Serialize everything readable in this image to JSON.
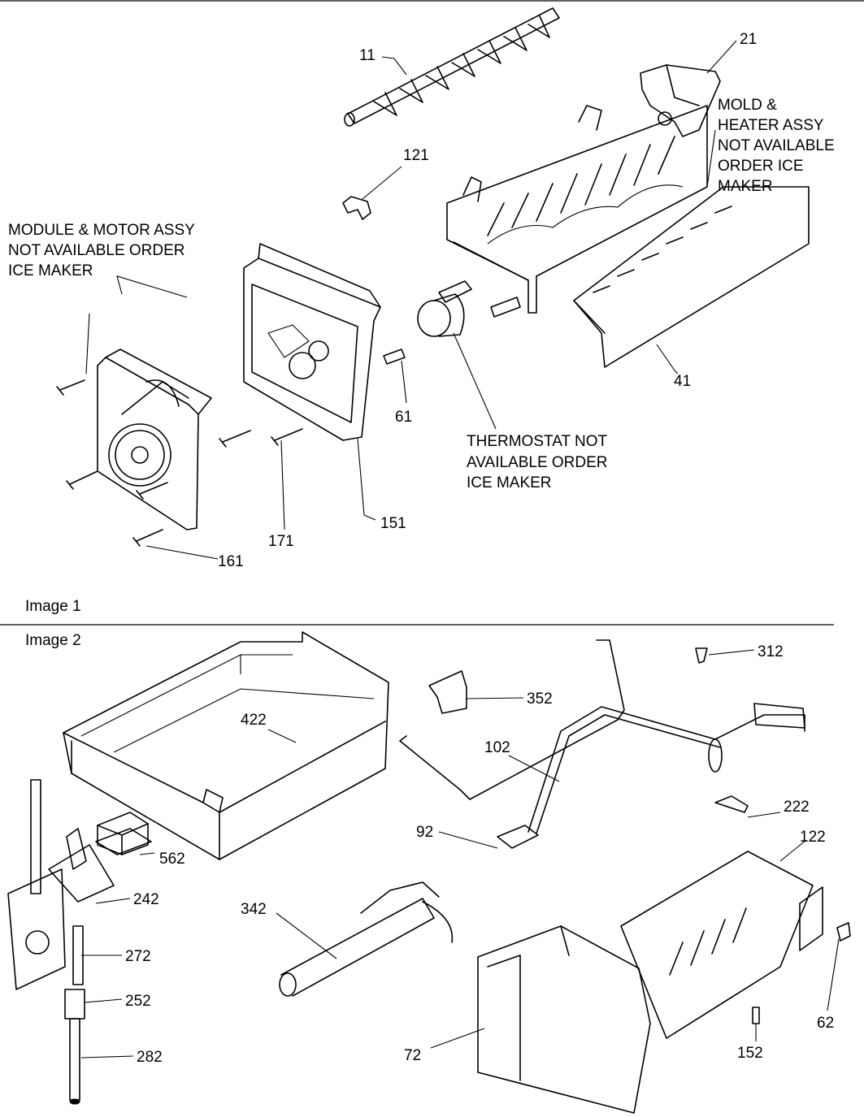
{
  "image1": {
    "caption": "Image 1",
    "callouts": {
      "c11": "11",
      "c21": "21",
      "c121": "121",
      "c41": "41",
      "c61": "61",
      "c151": "151",
      "c161": "161",
      "c171": "171"
    },
    "notes": {
      "module_motor": [
        "MODULE & MOTOR ASSY",
        "NOT AVAILABLE ORDER",
        "ICE MAKER"
      ],
      "mold_heater": [
        "MOLD &",
        "HEATER ASSY",
        "NOT AVAILABLE",
        "ORDER ICE",
        "MAKER"
      ],
      "thermostat": [
        "THERMOSTAT NOT",
        "AVAILABLE ORDER",
        "ICE MAKER"
      ]
    }
  },
  "image2": {
    "caption": "Image 2",
    "callouts": {
      "c312": "312",
      "c352": "352",
      "c422": "422",
      "c102": "102",
      "c222": "222",
      "c122": "122",
      "c92": "92",
      "c562": "562",
      "c242": "242",
      "c272": "272",
      "c252": "252",
      "c282": "282",
      "c342": "342",
      "c72": "72",
      "c152": "152",
      "c62": "62"
    }
  }
}
